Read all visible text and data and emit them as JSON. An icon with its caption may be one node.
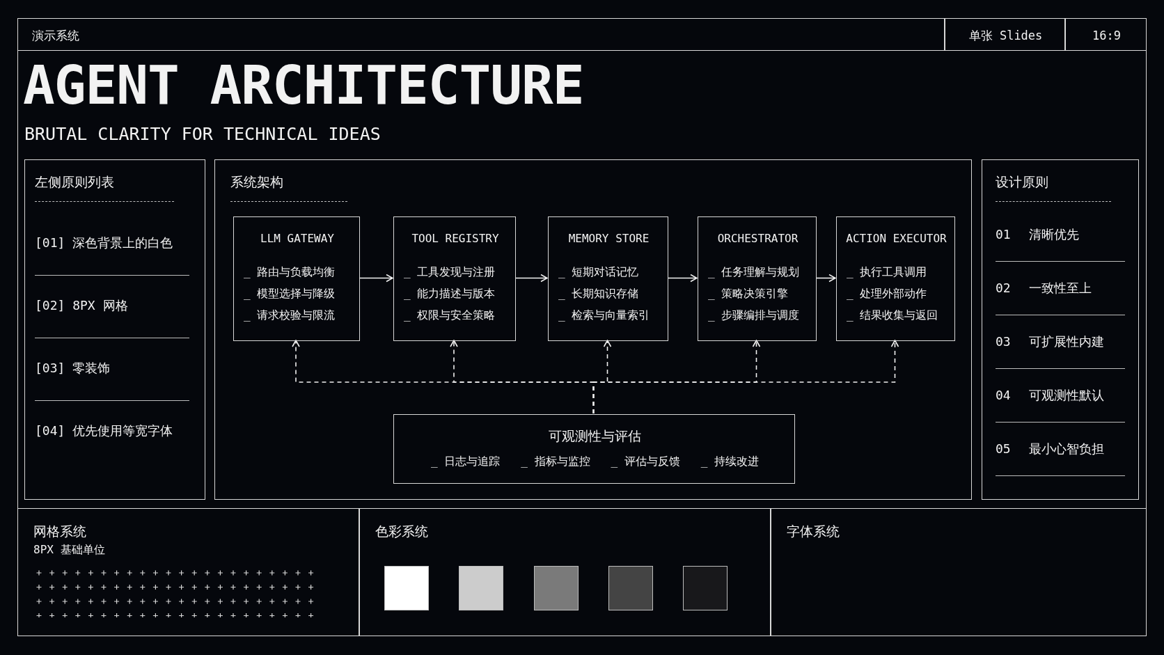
{
  "diagram": {
    "title": "AGENT ARCHITECTURE",
    "nodes": [
      {
        "text": [
          "演示系统"
        ]
      },
      {
        "text": [
          "单张 Slides"
        ]
      },
      {
        "text": [
          "16:9"
        ]
      },
      {
        "text": [
          "左侧原则列表",
          "[01] 深色背景上的白色",
          "[02] 8PX 网格",
          "[03] 零装饰",
          "[04] 优先使用等宽字体"
        ]
      },
      {
        "text": [
          "系统架构"
        ]
      },
      {
        "text": [
          "LLM GATEWAY",
          "_ 路由与负载均衡",
          "_ 模型选择与降级",
          "_ 请求校验与限流"
        ],
        "in": 4
      },
      {
        "text": [
          "TOOL REGISTRY",
          "_ 工具发现与注册",
          "_ 能力描述与版本",
          "_ 权限与安全策略"
        ],
        "in": 4
      },
      {
        "text": [
          "MEMORY STORE",
          "_ 短期对话记忆",
          "_ 长期知识存储",
          "_ 检索与向量索引"
        ],
        "in": 4
      },
      {
        "text": [
          "ORCHESTRATOR",
          "_ 任务理解与规划",
          "_ 策略决策引擎",
          "_ 步骤编排与调度"
        ],
        "in": 4
      },
      {
        "text": [
          "ACTION EXECUTOR",
          "_ 执行工具调用",
          "_ 处理外部动作",
          "_ 结果收集与返回"
        ],
        "in": 4
      },
      {
        "text": [
          "可观测性与评估",
          "_ 日志与追踪",
          "_ 指标与监控",
          "_ 评估与反馈",
          "_ 持续改进"
        ],
        "in": 4
      },
      {
        "text": [
          "设计原则",
          "01",
          "清晰优先",
          "02",
          "一致性至上",
          "03",
          "可扩展性内建",
          "04",
          "可观测性默认",
          "05",
          "最小心智负担"
        ]
      },
      {
        "text": [
          "网格系统",
          "8PX 基础单位"
        ]
      },
      {
        "text": [
          "色彩系统"
        ]
      },
      {
        "text": [
          "字体系统"
        ]
      }
    ],
    "edges": [
      {
        "from": 5,
        "to": 6,
        "arrow": "to"
      },
      {
        "from": 6,
        "to": 7,
        "arrow": "to"
      },
      {
        "from": 7,
        "to": 8,
        "arrow": "to"
      },
      {
        "from": 8,
        "to": 9,
        "arrow": "to"
      },
      {
        "from": 10,
        "to": 5,
        "arrow": "to",
        "style": "dashed"
      },
      {
        "from": 10,
        "to": 6,
        "arrow": "to",
        "style": "dashed"
      },
      {
        "from": 10,
        "to": 7,
        "arrow": "to",
        "style": "dashed"
      },
      {
        "from": 10,
        "to": 8,
        "arrow": "to",
        "style": "dashed"
      },
      {
        "from": 10,
        "to": 9,
        "arrow": "to",
        "style": "dashed"
      }
    ],
    "labels": [
      "BRUTAL CLARITY FOR TECHNICAL IDEAS"
    ]
  }
}
